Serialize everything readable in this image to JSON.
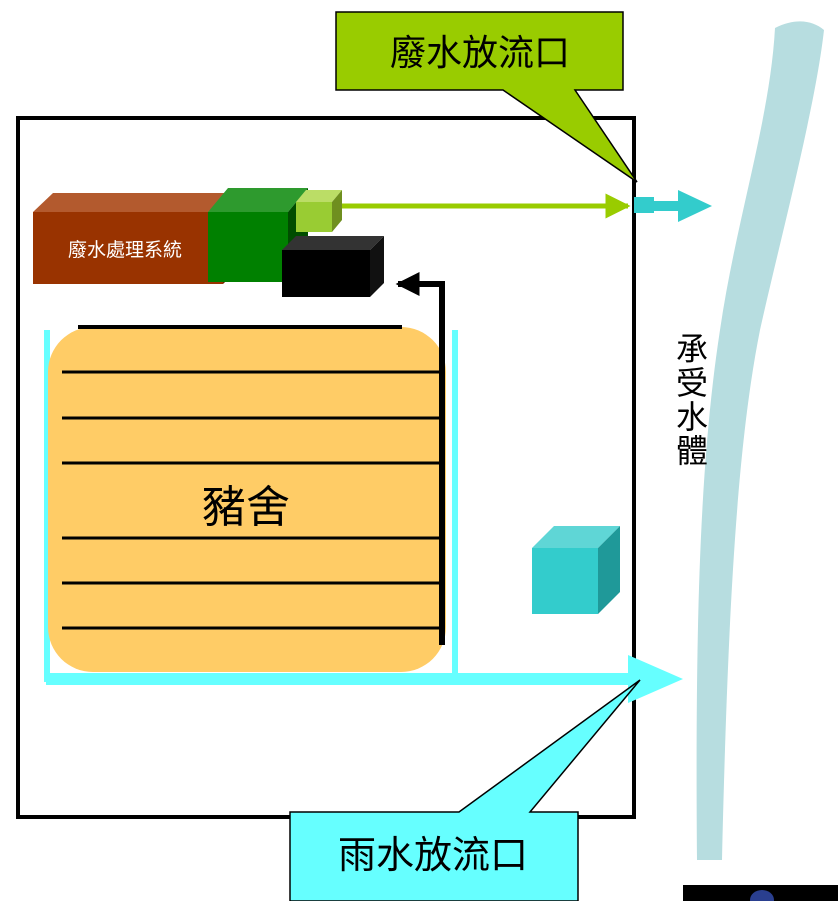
{
  "labels": {
    "wastewater_outlet": "廢水放流口",
    "rainwater_outlet": "雨水放流口",
    "treatment_system": "廢水處理系統",
    "pig_house": "豬舍",
    "receiving_water": "承受水體"
  },
  "colors": {
    "wastewater_callout": "#99cc00",
    "rainwater_callout": "#66ffff",
    "river": "#b7dde0",
    "pig_house": "#ffcc66",
    "treatment_system": "#993300",
    "green_unit": "#008000",
    "small_unit": "#99cc33",
    "black_unit": "#000000",
    "cube": "#33cccc",
    "rain_channel": "#66ffff"
  }
}
